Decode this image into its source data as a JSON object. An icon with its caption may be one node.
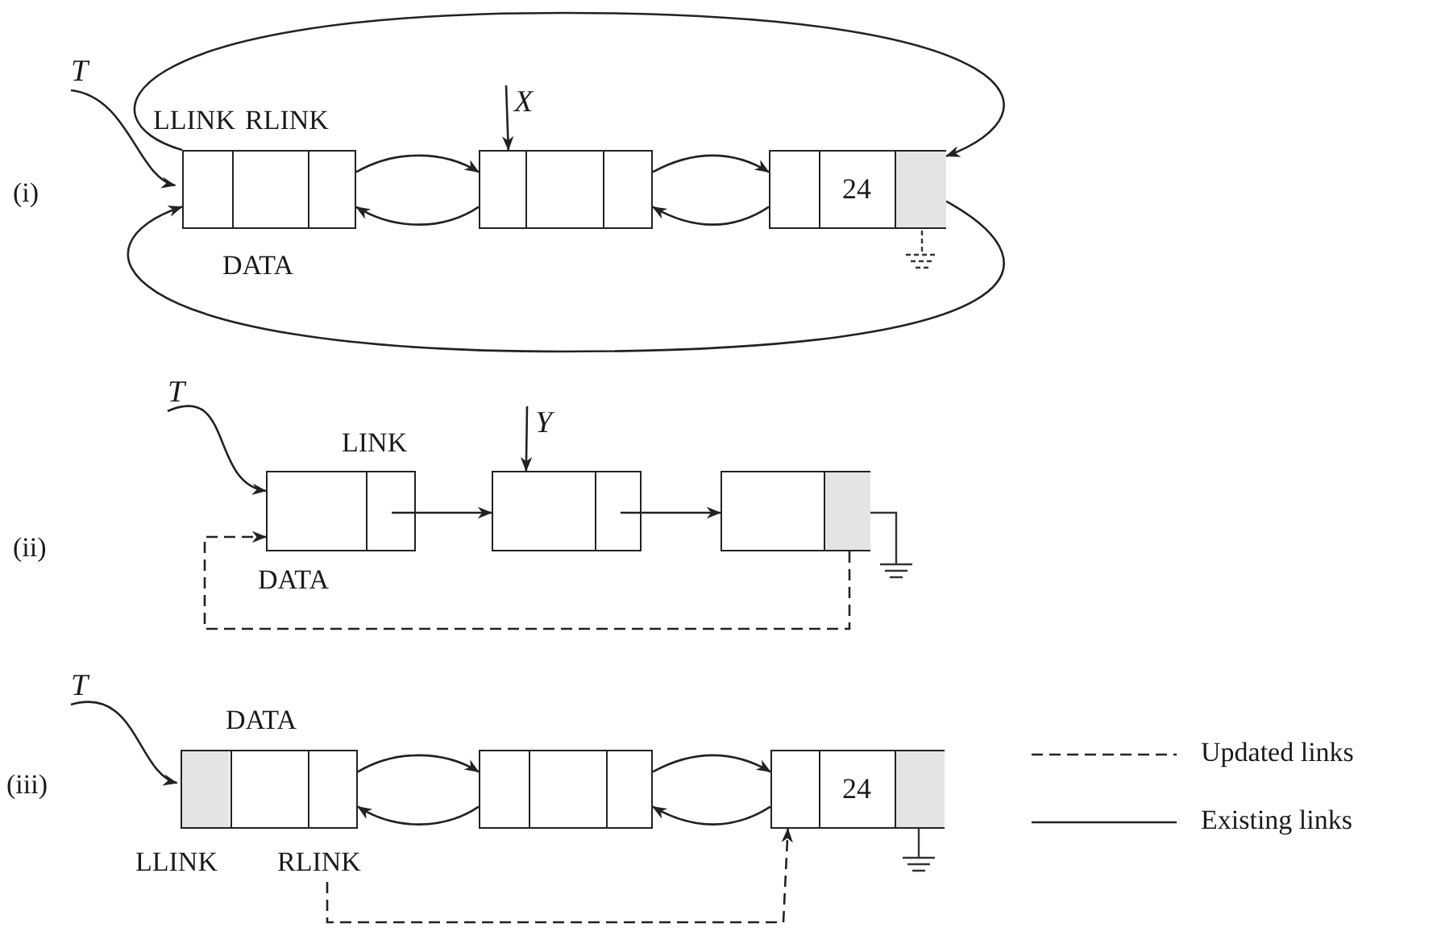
{
  "diagram": {
    "nodes": [
      {
        "text": [
          "T"
        ]
      },
      {
        "text": [],
        "shape": "box"
      },
      {
        "text": [
          "X"
        ]
      },
      {
        "text": [],
        "shape": "box"
      },
      {
        "text": [
          "24"
        ]
      },
      {
        "text": [
          "T"
        ]
      },
      {
        "text": [],
        "shape": "box"
      },
      {
        "text": [
          "Y"
        ]
      },
      {
        "text": [],
        "shape": "box"
      },
      {
        "text": [],
        "shape": "box"
      },
      {
        "text": [
          "T"
        ]
      },
      {
        "text": [],
        "shape": "box"
      },
      {
        "text": [],
        "shape": "box"
      },
      {
        "text": [
          "24"
        ]
      }
    ],
    "edges": [
      {
        "from": 0,
        "to": 1,
        "arrow": "to"
      },
      {
        "from": 2,
        "to": 3,
        "arrow": "to"
      },
      {
        "from": 1,
        "to": 3,
        "arrow": "to"
      },
      {
        "from": 3,
        "to": 1,
        "arrow": "to"
      },
      {
        "from": 3,
        "to": 4,
        "arrow": "to"
      },
      {
        "from": 4,
        "to": 3,
        "arrow": "to"
      },
      {
        "from": 1,
        "to": 4,
        "arrow": "to"
      },
      {
        "from": 4,
        "to": 1,
        "arrow": "to"
      },
      {
        "from": 5,
        "to": 6,
        "arrow": "to"
      },
      {
        "from": 7,
        "to": 8,
        "arrow": "to"
      },
      {
        "from": 6,
        "to": 8,
        "arrow": "to"
      },
      {
        "from": 8,
        "to": 9,
        "arrow": "to"
      },
      {
        "from": 9,
        "to": 6,
        "arrow": "to",
        "style": "dashed"
      },
      {
        "from": 10,
        "to": 11,
        "arrow": "to"
      },
      {
        "from": 11,
        "to": 12,
        "arrow": "to"
      },
      {
        "from": 12,
        "to": 11,
        "arrow": "to"
      },
      {
        "from": 12,
        "to": 13,
        "arrow": "to"
      },
      {
        "from": 13,
        "to": 12,
        "arrow": "to"
      },
      {
        "from": 11,
        "to": 13,
        "arrow": "to",
        "style": "dashed"
      }
    ],
    "labels": [
      "(i)",
      "LLINK",
      "RLINK",
      "DATA",
      "(ii)",
      "LINK",
      "DATA",
      "(iii)",
      "DATA",
      "LLINK",
      "RLINK"
    ],
    "legend": [
      {
        "text": "Updated links"
      },
      {
        "text": "Existing links"
      }
    ]
  }
}
